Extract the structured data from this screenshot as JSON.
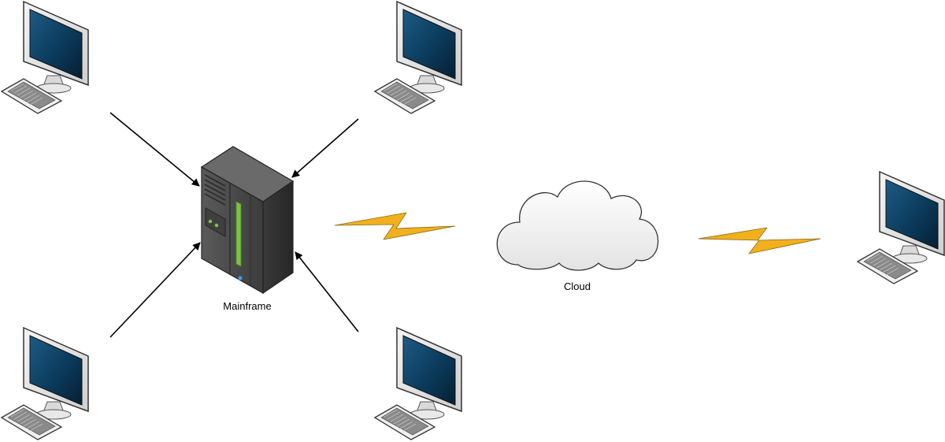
{
  "diagram": {
    "nodes": {
      "mainframe": {
        "label": "Mainframe",
        "icon": "mainframe-server-icon"
      },
      "cloud": {
        "label": "Cloud",
        "icon": "cloud-icon"
      },
      "workstations": [
        {
          "id": "ws-top-left",
          "icon": "desktop-computer-icon"
        },
        {
          "id": "ws-top-center",
          "icon": "desktop-computer-icon"
        },
        {
          "id": "ws-bottom-left",
          "icon": "desktop-computer-icon"
        },
        {
          "id": "ws-bottom-center",
          "icon": "desktop-computer-icon"
        },
        {
          "id": "ws-right",
          "icon": "desktop-computer-icon"
        }
      ]
    },
    "links": [
      {
        "from": "ws-top-left",
        "to": "mainframe",
        "type": "arrow"
      },
      {
        "from": "ws-top-center",
        "to": "mainframe",
        "type": "arrow"
      },
      {
        "from": "ws-bottom-left",
        "to": "mainframe",
        "type": "arrow"
      },
      {
        "from": "ws-bottom-center",
        "to": "mainframe",
        "type": "arrow"
      },
      {
        "from": "mainframe",
        "to": "cloud",
        "type": "lightning"
      },
      {
        "from": "cloud",
        "to": "ws-right",
        "type": "lightning"
      }
    ],
    "colors": {
      "screen": "#0b3b5c",
      "monitor_frame": "#e6e6e6",
      "server_body": "#4a4a4a",
      "server_led": "#7cc242",
      "lightning": "#f2b01e",
      "cloud_fill": "#f2f2f2",
      "arrow": "#000000"
    }
  }
}
